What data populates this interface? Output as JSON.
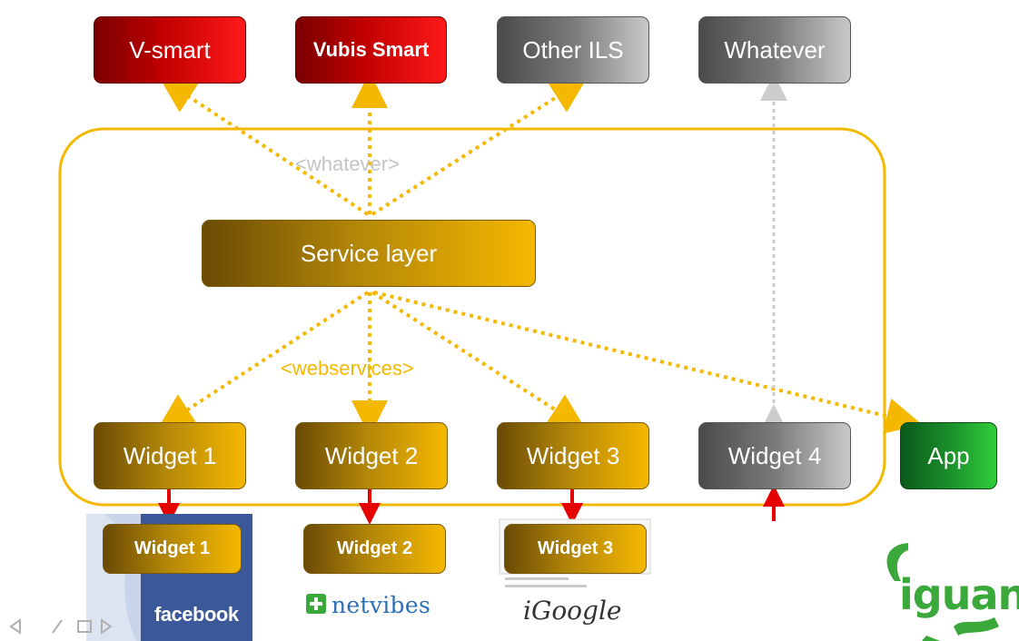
{
  "sources": {
    "vsmart": "V-smart",
    "vubis": "Vubis Smart",
    "other_ils": "Other ILS",
    "whatever": "Whatever"
  },
  "labels": {
    "whatever_protocol": "<whatever>",
    "webservices": "<webservices>"
  },
  "service_layer": "Service layer",
  "widgets": [
    "Widget 1",
    "Widget 2",
    "Widget 3",
    "Widget 4"
  ],
  "app": "App",
  "platform_widgets": [
    "Widget  1",
    "Widget  2",
    "Widget  3"
  ],
  "platforms": {
    "facebook": "facebook",
    "netvibes": "netvibes",
    "igoogle": "iGoogle"
  },
  "logo": "iguana",
  "colors": {
    "container_border": "#f5b800",
    "dotted_arrow": "#f5b800",
    "gray_arrow": "#cccccc",
    "red_arrow": "#e60000"
  }
}
